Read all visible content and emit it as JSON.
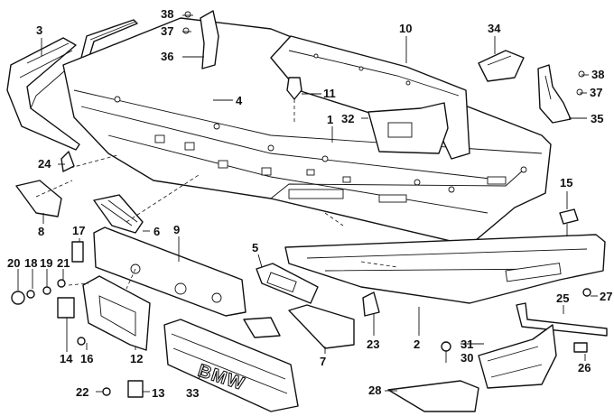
{
  "diagram": {
    "callouts": [
      "1",
      "2",
      "3",
      "4",
      "5",
      "6",
      "7",
      "8",
      "9",
      "10",
      "11",
      "12",
      "13",
      "14",
      "15",
      "16",
      "17",
      "18",
      "19",
      "20",
      "21",
      "22",
      "23",
      "24",
      "25",
      "26",
      "27",
      "28",
      "30",
      "31",
      "32",
      "33",
      "34",
      "35",
      "36",
      "37",
      "38"
    ],
    "grille_badge_text": "BMW",
    "colors": {
      "line": "#111111",
      "background": "#ffffff"
    }
  }
}
